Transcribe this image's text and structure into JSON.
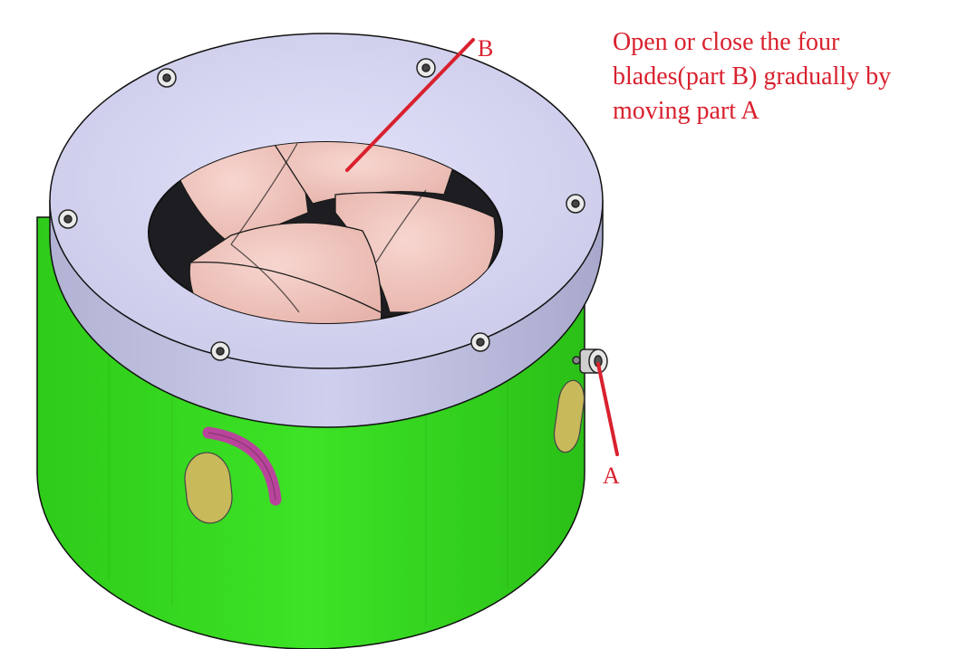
{
  "diagram": {
    "annotation_lines": [
      "Open or close the four",
      "blades(part B) gradually by",
      "moving part A"
    ],
    "label_a": "A",
    "label_b": "B"
  },
  "colors": {
    "body": "#32d91d",
    "ring": "#d2d2f0",
    "blade": "#f2c7bf",
    "slot": "#c8b95a",
    "arc_slot": "#b9449b",
    "annotation": "#d9212e"
  }
}
